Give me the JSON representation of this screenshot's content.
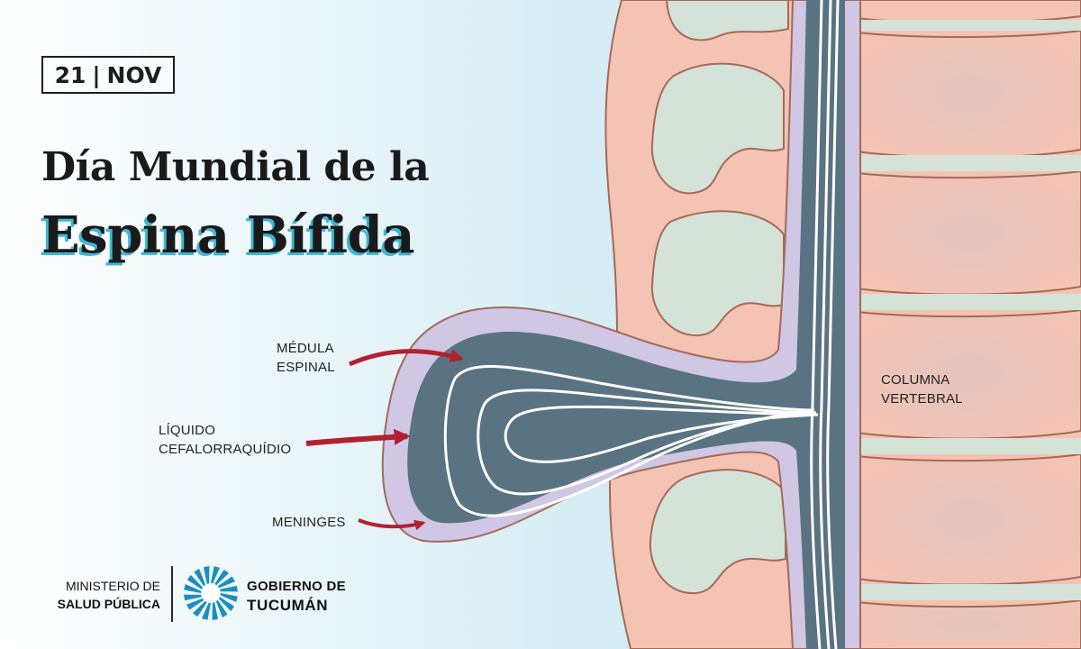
{
  "date": {
    "day": "21",
    "separator": "|",
    "month": "NOV"
  },
  "title": {
    "line1": "Día Mundial de la",
    "line2": "Espina Bífida"
  },
  "labels": {
    "medula": [
      "MÉDULA",
      "ESPINAL"
    ],
    "liquido": [
      "LÍQUIDO",
      "CEFALORRAQUÍDIO"
    ],
    "meninges": "MENINGES",
    "columna": [
      "COLUMNA",
      "VERTEBRAL"
    ]
  },
  "footer": {
    "ministry": [
      "MINISTERIO DE",
      "SALUD PÚBLICA"
    ],
    "government": [
      "GOBIERNO DE",
      "TUCUMÁN"
    ]
  },
  "colors": {
    "bone": "#f4c3b4",
    "bone_outline": "#a36a5a",
    "disc": "#d5e2d8",
    "meninges": "#cfc7e3",
    "csf": "#5a7382",
    "nerve": "#ffffff",
    "arrow": "#b3202f",
    "accent": "#3bb8d6"
  }
}
